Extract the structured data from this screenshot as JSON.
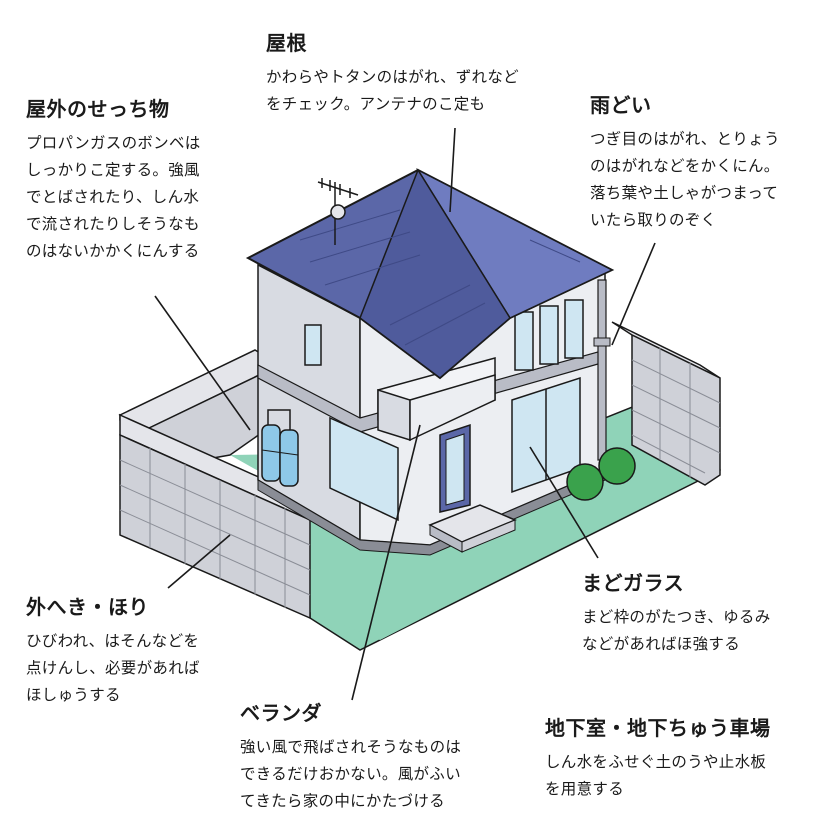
{
  "callouts": [
    {
      "id": "roof",
      "title": "屋根",
      "lines": [
        "かわらやトタンのはがれ、ずれなど",
        "をチェック。アンテナのこ定も"
      ]
    },
    {
      "id": "outdoor",
      "title": "屋外のせっち物",
      "lines": [
        "プロパンガスのボンベは",
        "しっかりこ定する。強風",
        "でとばされたり、しん水",
        "で流されたりしそうなも",
        "のはないかかくにんする"
      ]
    },
    {
      "id": "gutter",
      "title": "雨どい",
      "lines": [
        "つぎ目のはがれ、とりょう",
        "のはがれなどをかくにん。",
        "落ち葉や土しゃがつまって",
        "いたら取りのぞく"
      ]
    },
    {
      "id": "wall",
      "title": "外へき・ほり",
      "lines": [
        "ひびわれ、はそんなどを",
        "点けんし、必要があれば",
        "ほしゅうする"
      ]
    },
    {
      "id": "window",
      "title": "まどガラス",
      "lines": [
        "まど枠のがたつき、ゆるみ",
        "などがあればほ強する"
      ]
    },
    {
      "id": "veranda",
      "title": "ベランダ",
      "lines": [
        "強い風で飛ばされそうなものは",
        "できるだけおかない。風がふい",
        "てきたら家の中にかたづける"
      ]
    },
    {
      "id": "basement",
      "title": "地下室・地下ちゅう車場",
      "lines": [
        "しん水をふせぐ土のうや止水板",
        "を用意する"
      ]
    }
  ],
  "colors": {
    "roof": "#5b67a8",
    "roof_light": "#6f7cc0",
    "roof_dark": "#3f4a86",
    "wall_block": "#c9cbd2",
    "house_wall": "#d8dbe2",
    "ground": "#8fd3b8",
    "glass": "#cfe6f2",
    "gas": "#8ec8e8",
    "bush": "#3aa24c"
  }
}
